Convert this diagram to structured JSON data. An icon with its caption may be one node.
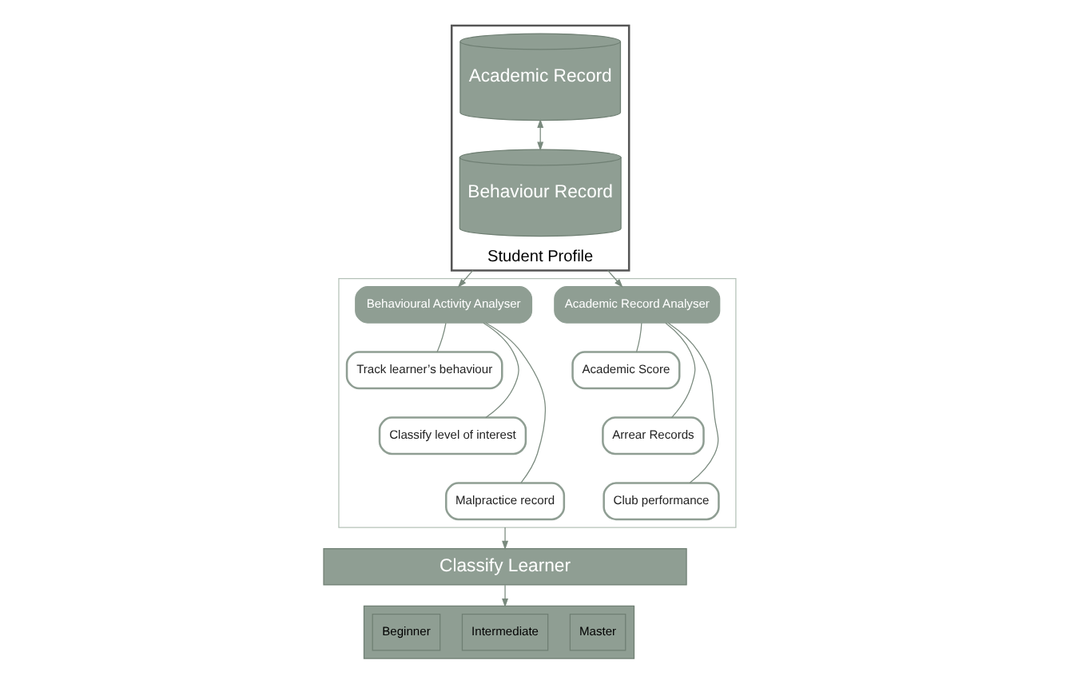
{
  "diagram": {
    "nodes": [
      {
        "text": [
          "Student Profile"
        ]
      },
      {
        "text": [
          "Academic Record"
        ],
        "in": 0
      },
      {
        "text": [
          "Behaviour Record"
        ],
        "in": 0
      },
      {
        "text": [],
        "shape": "box"
      },
      {
        "text": [
          "Academic Record Analyser"
        ],
        "in": 3
      },
      {
        "text": [
          "Academic Score"
        ],
        "in": 3
      },
      {
        "text": [
          "Arrear Records"
        ],
        "in": 3
      },
      {
        "text": [
          "Club performance"
        ],
        "in": 3
      },
      {
        "text": [
          "Behavioural Activity Analyser"
        ],
        "in": 3
      },
      {
        "text": [
          "Track learner’s behaviour"
        ],
        "in": 3
      },
      {
        "text": [
          "Classify level of interest"
        ],
        "in": 3
      },
      {
        "text": [
          "Malpractice record"
        ],
        "in": 3
      },
      {
        "text": [
          "Classify Learner"
        ]
      },
      {
        "text": [],
        "shape": "bar"
      },
      {
        "text": [
          "Beginner"
        ],
        "in": 13
      },
      {
        "text": [
          "Intermediate"
        ],
        "in": 13
      },
      {
        "text": [
          "Master"
        ],
        "in": 13
      }
    ],
    "edges": [
      {
        "from": 1,
        "to": 2,
        "arrow": "both"
      },
      {
        "from": 0,
        "to": 4,
        "arrow": "to"
      },
      {
        "from": 0,
        "to": 8,
        "arrow": "to"
      },
      {
        "from": 4,
        "to": 5,
        "arrow": "none"
      },
      {
        "from": 4,
        "to": 6,
        "arrow": "none"
      },
      {
        "from": 4,
        "to": 7,
        "arrow": "none"
      },
      {
        "from": 8,
        "to": 9,
        "arrow": "none"
      },
      {
        "from": 8,
        "to": 10,
        "arrow": "none"
      },
      {
        "from": 8,
        "to": 11,
        "arrow": "none"
      },
      {
        "from": 3,
        "to": 12,
        "arrow": "to"
      },
      {
        "from": 12,
        "to": 13,
        "arrow": "to"
      }
    ]
  }
}
